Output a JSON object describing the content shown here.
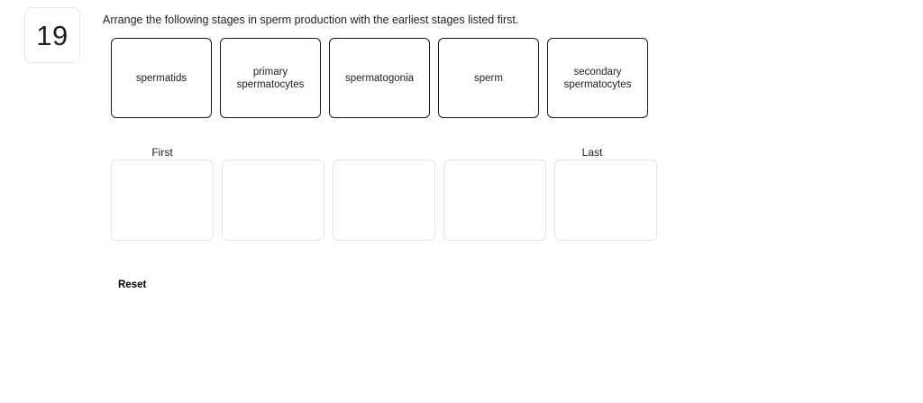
{
  "question": {
    "number": "19",
    "prompt": "Arrange the following stages in sperm production with the earliest stages listed first."
  },
  "cards": [
    {
      "label": "spermatids"
    },
    {
      "label": "primary\nspermatocytes"
    },
    {
      "label": "spermatogonia"
    },
    {
      "label": "sperm"
    },
    {
      "label": "secondary\nspermatocytes"
    }
  ],
  "order_labels": {
    "first": "First",
    "last": "Last"
  },
  "slots": [
    {
      "value": ""
    },
    {
      "value": ""
    },
    {
      "value": ""
    },
    {
      "value": ""
    },
    {
      "value": ""
    }
  ],
  "controls": {
    "reset_label": "Reset"
  },
  "colors": {
    "card_border": "#1a1a1a",
    "slot_border": "#e3e3e3",
    "badge_border": "#e8e8e8",
    "text": "#202124",
    "background": "#ffffff"
  }
}
